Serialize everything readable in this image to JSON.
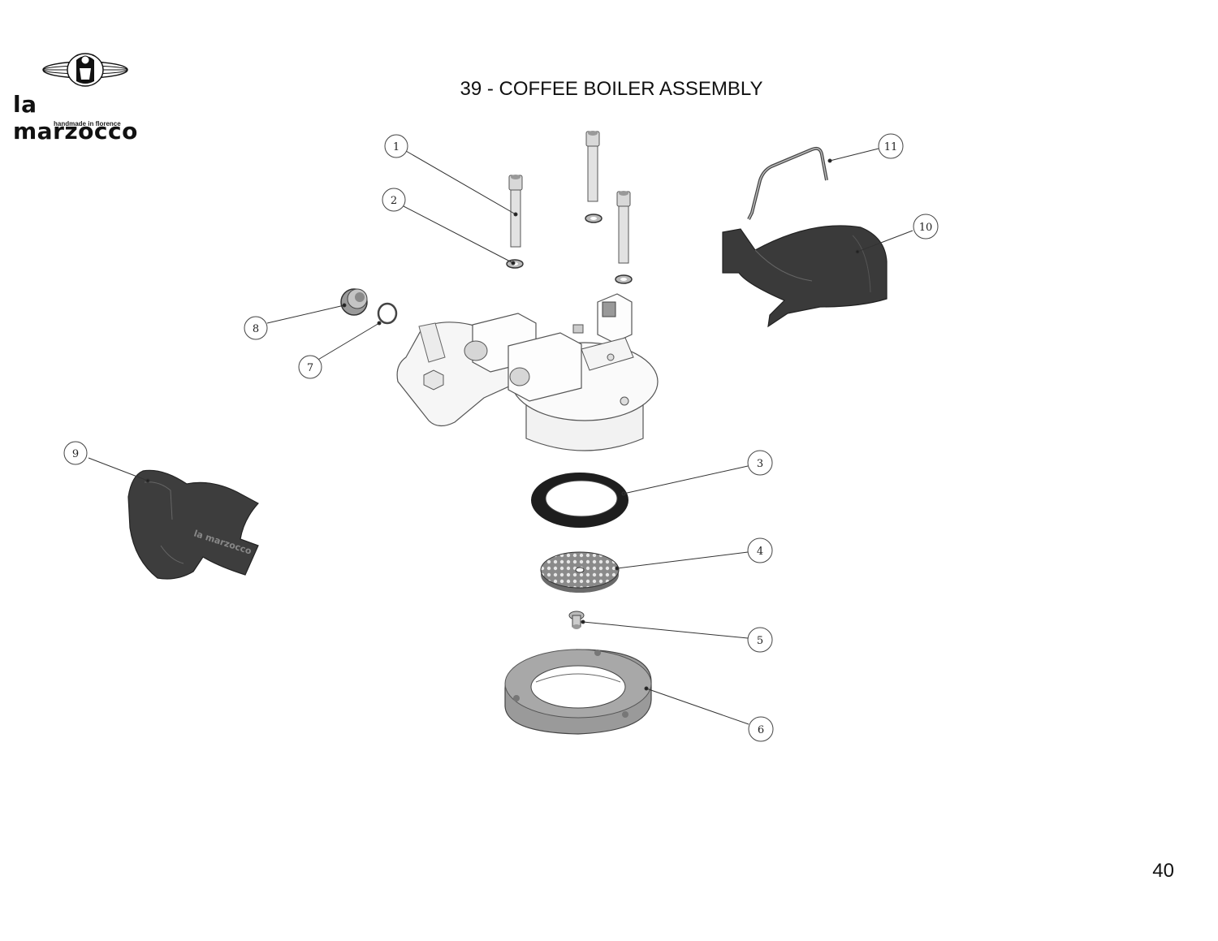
{
  "header": {
    "brand": "la marzocco",
    "tagline": "handmade in florence",
    "title": "39 - COFFEE BOILER ASSEMBLY"
  },
  "footer": {
    "page_number": "40"
  },
  "callouts": {
    "c1": "1",
    "c2": "2",
    "c3": "3",
    "c4": "4",
    "c5": "5",
    "c6": "6",
    "c7": "7",
    "c8": "8",
    "c9": "9",
    "c10": "10",
    "c11": "11"
  },
  "cover_imprint": "la marzocco",
  "colors": {
    "dark_part": "#3a3a3a",
    "gasket": "#1e1e1e",
    "ring": "#9a9a9a",
    "outline": "#444444"
  }
}
